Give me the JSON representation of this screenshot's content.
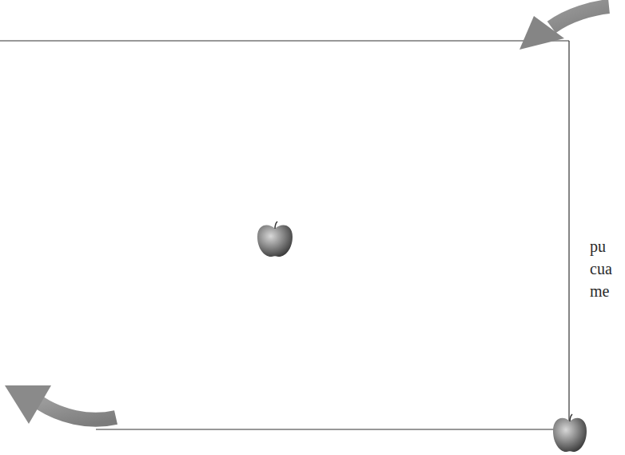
{
  "diagram": {
    "labels": [
      "pu",
      "cua",
      "me"
    ]
  }
}
